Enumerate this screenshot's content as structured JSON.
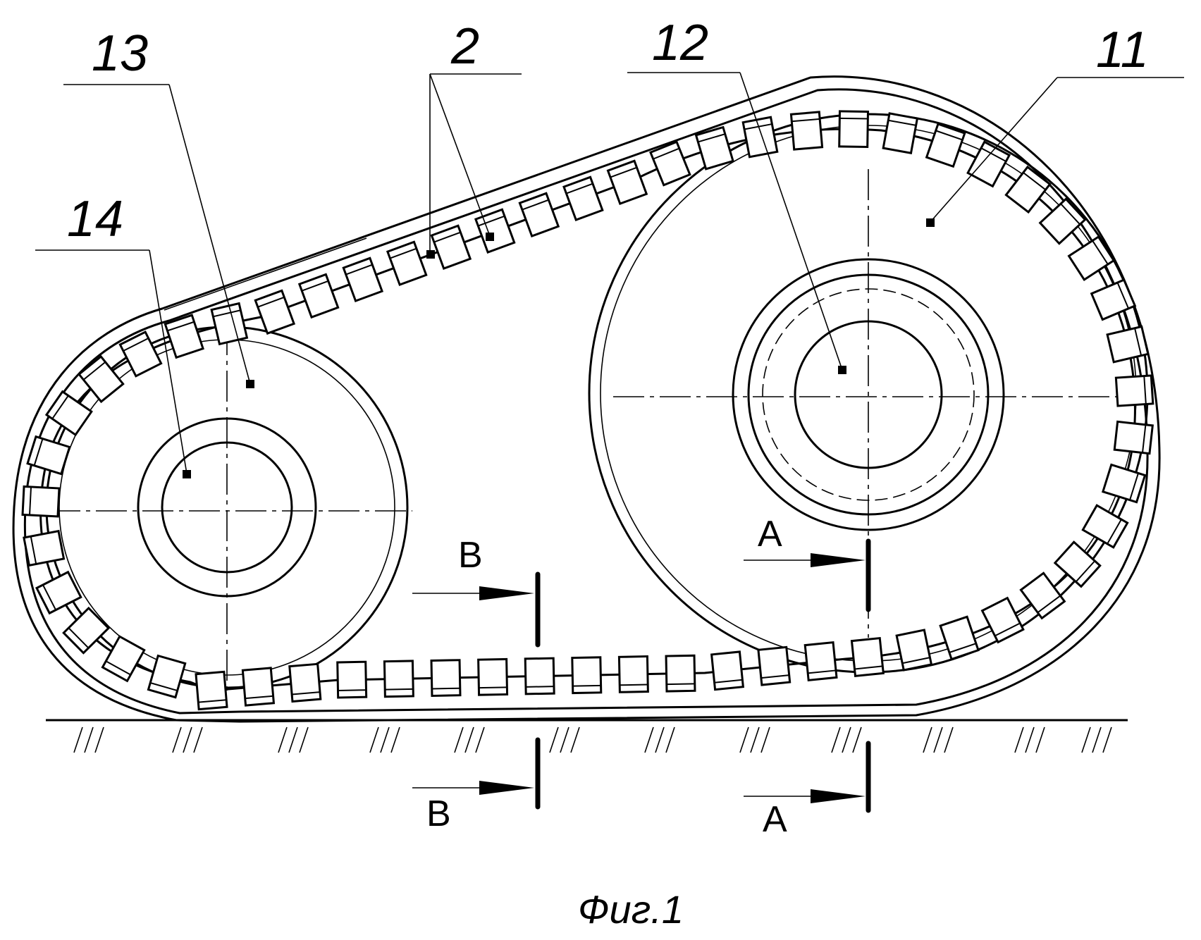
{
  "labels": {
    "part_13": "13",
    "part_2": "2",
    "part_12": "12",
    "part_11": "11",
    "part_14": "14",
    "section_b_top": "B",
    "section_b_bottom": "B",
    "section_a_top": "A",
    "section_a_bottom": "A",
    "caption": "Фиг.1"
  }
}
